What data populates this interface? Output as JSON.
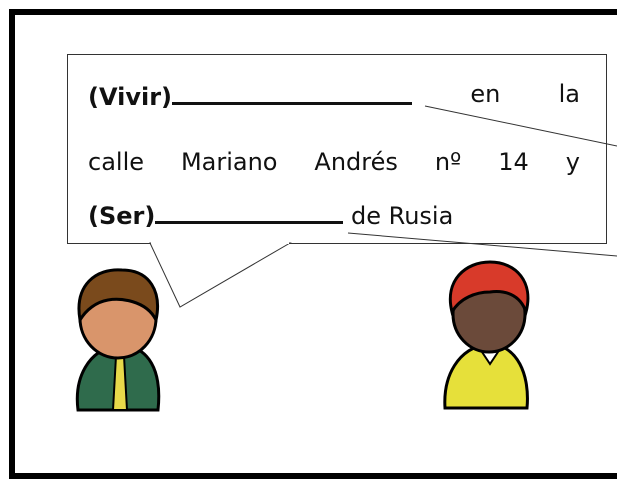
{
  "dialogue": {
    "line1": {
      "verb": "(Vivir)",
      "after": [
        "en",
        "la"
      ]
    },
    "line2": {
      "words": [
        "calle",
        "Mariano",
        "Andrés",
        "nº",
        "14",
        "y"
      ]
    },
    "line3": {
      "verb": "(Ser)",
      "after": "de Rusia"
    }
  },
  "characters": [
    {
      "name": "man-in-suit-icon",
      "hair": "#7a4a1c",
      "skin": "#d9956b",
      "suit": "#2f6b4c",
      "tie": "#e8d94a"
    },
    {
      "name": "redhead-person-icon",
      "hair": "#d83a2a",
      "skin": "#6b4a3a",
      "shirt": "#e6e03a"
    }
  ]
}
